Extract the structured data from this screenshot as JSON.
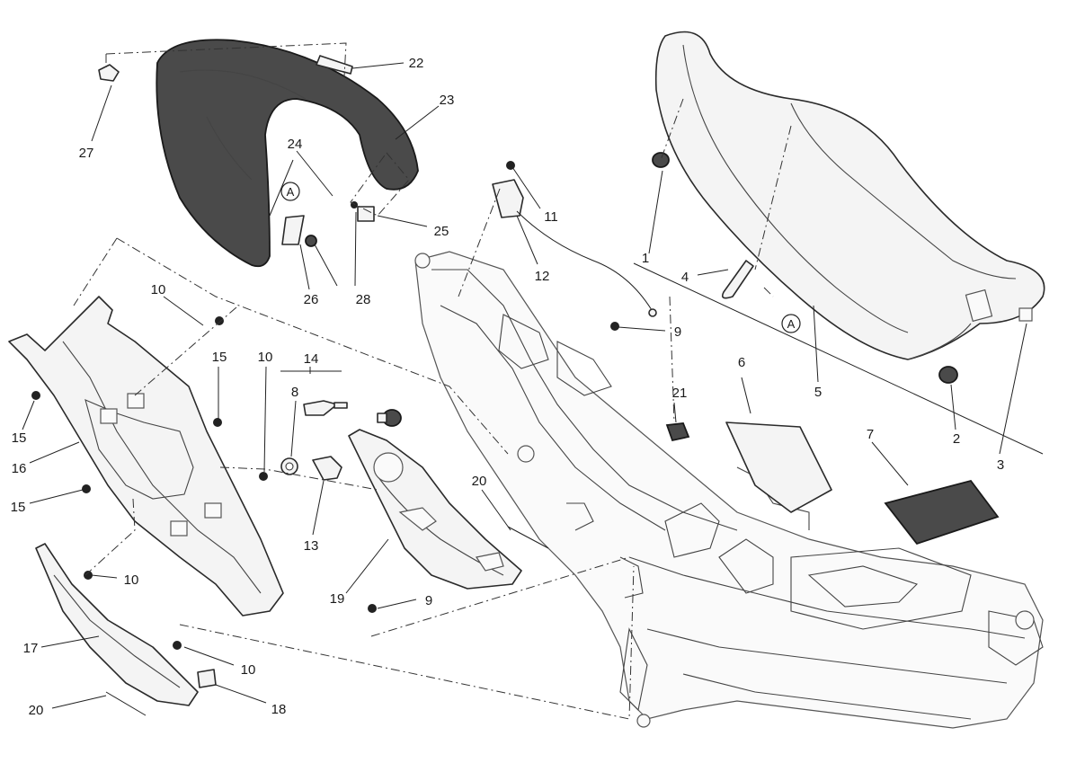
{
  "diagram": {
    "title": "",
    "callouts": [
      "1",
      "2",
      "3",
      "4",
      "5",
      "6",
      "7",
      "8",
      "9",
      "9",
      "10",
      "10",
      "10",
      "10",
      "11",
      "12",
      "13",
      "14",
      "15",
      "15",
      "15",
      "16",
      "17",
      "18",
      "19",
      "20",
      "20",
      "21",
      "22",
      "23",
      "24",
      "25",
      "26",
      "27",
      "28"
    ],
    "ring_labels": [
      "A",
      "A"
    ]
  },
  "colors": {
    "background": "#ffffff",
    "linework": "#2a2a2a",
    "dark_cover": "#4a4a4a"
  }
}
